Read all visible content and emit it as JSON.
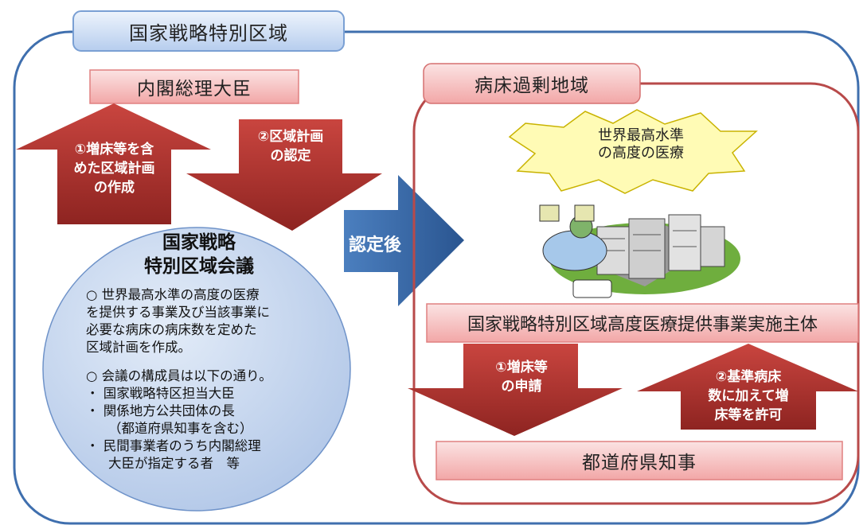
{
  "zone_title": "国家戦略特別区域",
  "prime_minister": "内閣総理大臣",
  "arrow_create": [
    "①増床等を含",
    "めた区域計画",
    "の作成"
  ],
  "arrow_approve": [
    "②区域計画",
    "の認定"
  ],
  "approved_after": "認定後",
  "council": {
    "title": [
      "国家戦略",
      "特別区域会議"
    ],
    "point1": [
      "○ 世界最高水準の高度の医療",
      "を提供する事業及び当該事業に",
      "必要な病床の病床数を定めた",
      "区域計画を作成。"
    ],
    "point2": "○ 会議の構成員は以下の通り。",
    "members": [
      "・ 国家戦略特区担当大臣",
      "・ 関係地方公共団体の長",
      "（都道府県知事を含む）",
      "・ 民間事業者のうち内閣総理",
      "大臣が指定する者　等"
    ]
  },
  "surplus_area": "病床過剰地域",
  "top_quality": [
    "世界最高水準",
    "の高度の医療"
  ],
  "operator": "国家戦略特別区域高度医療提供事業実施主体",
  "arrow_apply": [
    "①増床等",
    "の申請"
  ],
  "arrow_permit": [
    "②基準病床",
    "数に加えて増",
    "床等を許可"
  ],
  "governor": "都道府県知事",
  "colors": {
    "outer_border": "#3f6fae",
    "inner_border": "#b84a4a",
    "red_arrow": "#b23633",
    "blue_arrow": "#3566a5",
    "circle": "#c9d9ef",
    "starburst": "#fffbb5"
  }
}
